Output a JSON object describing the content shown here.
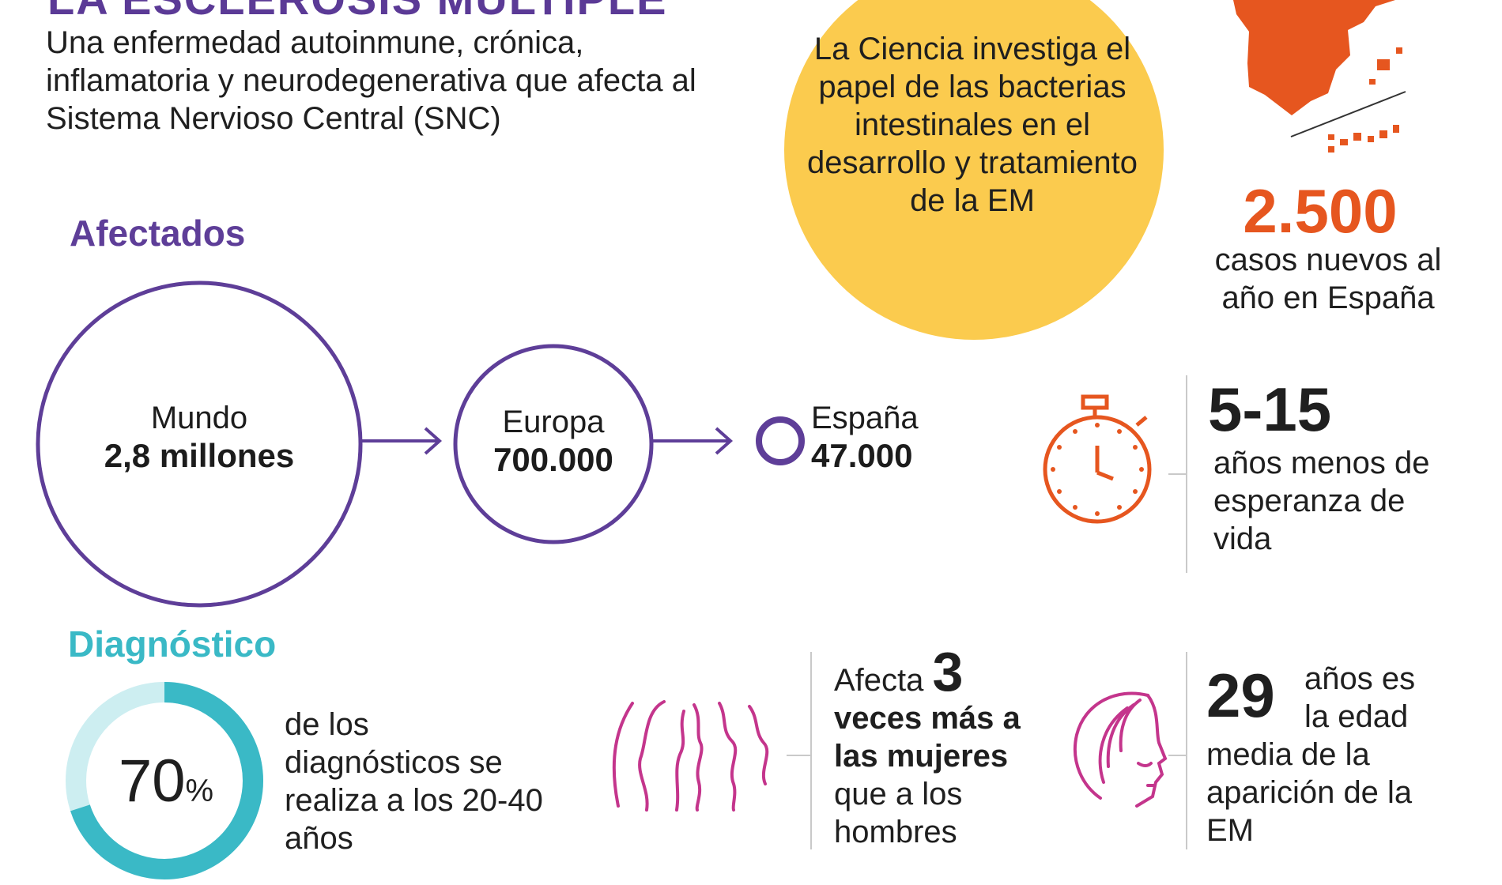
{
  "header": {
    "title": "LA ESCLEROSIS MÚLTIPLE",
    "subtitle": "Una enfermedad autoinmune, crónica, inflamatoria y neurodegenerativa que afecta al Sistema Nervioso Central (SNC)"
  },
  "research": {
    "text": "La Ciencia investiga el papel de las bacterias intestinales en el desarrollo y tratamiento de la EM",
    "color": "#fbcb4e"
  },
  "new_cases": {
    "number": "2.500",
    "text": "casos nuevos al año en España",
    "color": "#e6561f"
  },
  "affected": {
    "heading": "Afectados",
    "world": {
      "label": "Mundo",
      "value": "2,8 millones"
    },
    "europe": {
      "label": "Europa",
      "value": "700.000"
    },
    "spain": {
      "label": "España",
      "value": "47.000"
    },
    "color": "#5e3e98"
  },
  "life_expectancy": {
    "number": "5-15",
    "text": "años menos de esperanza de vida",
    "icon": "stopwatch-icon"
  },
  "diagnosis": {
    "heading": "Diagnóstico",
    "percent": "70",
    "percent_sign": "%",
    "percent_value": 0.7,
    "text": "de los diagnósticos se realiza a los 20-40 años",
    "color": "#3ab9c6"
  },
  "women": {
    "prefix": "Afecta",
    "number": "3",
    "bold_text": "veces más a las mujeres",
    "text": "que a los hombres",
    "icon": "female-silhouettes-icon"
  },
  "age": {
    "number": "29",
    "text_right": "años es la edad",
    "text_rest": "media de la aparición de la EM",
    "icon": "woman-face-icon"
  }
}
